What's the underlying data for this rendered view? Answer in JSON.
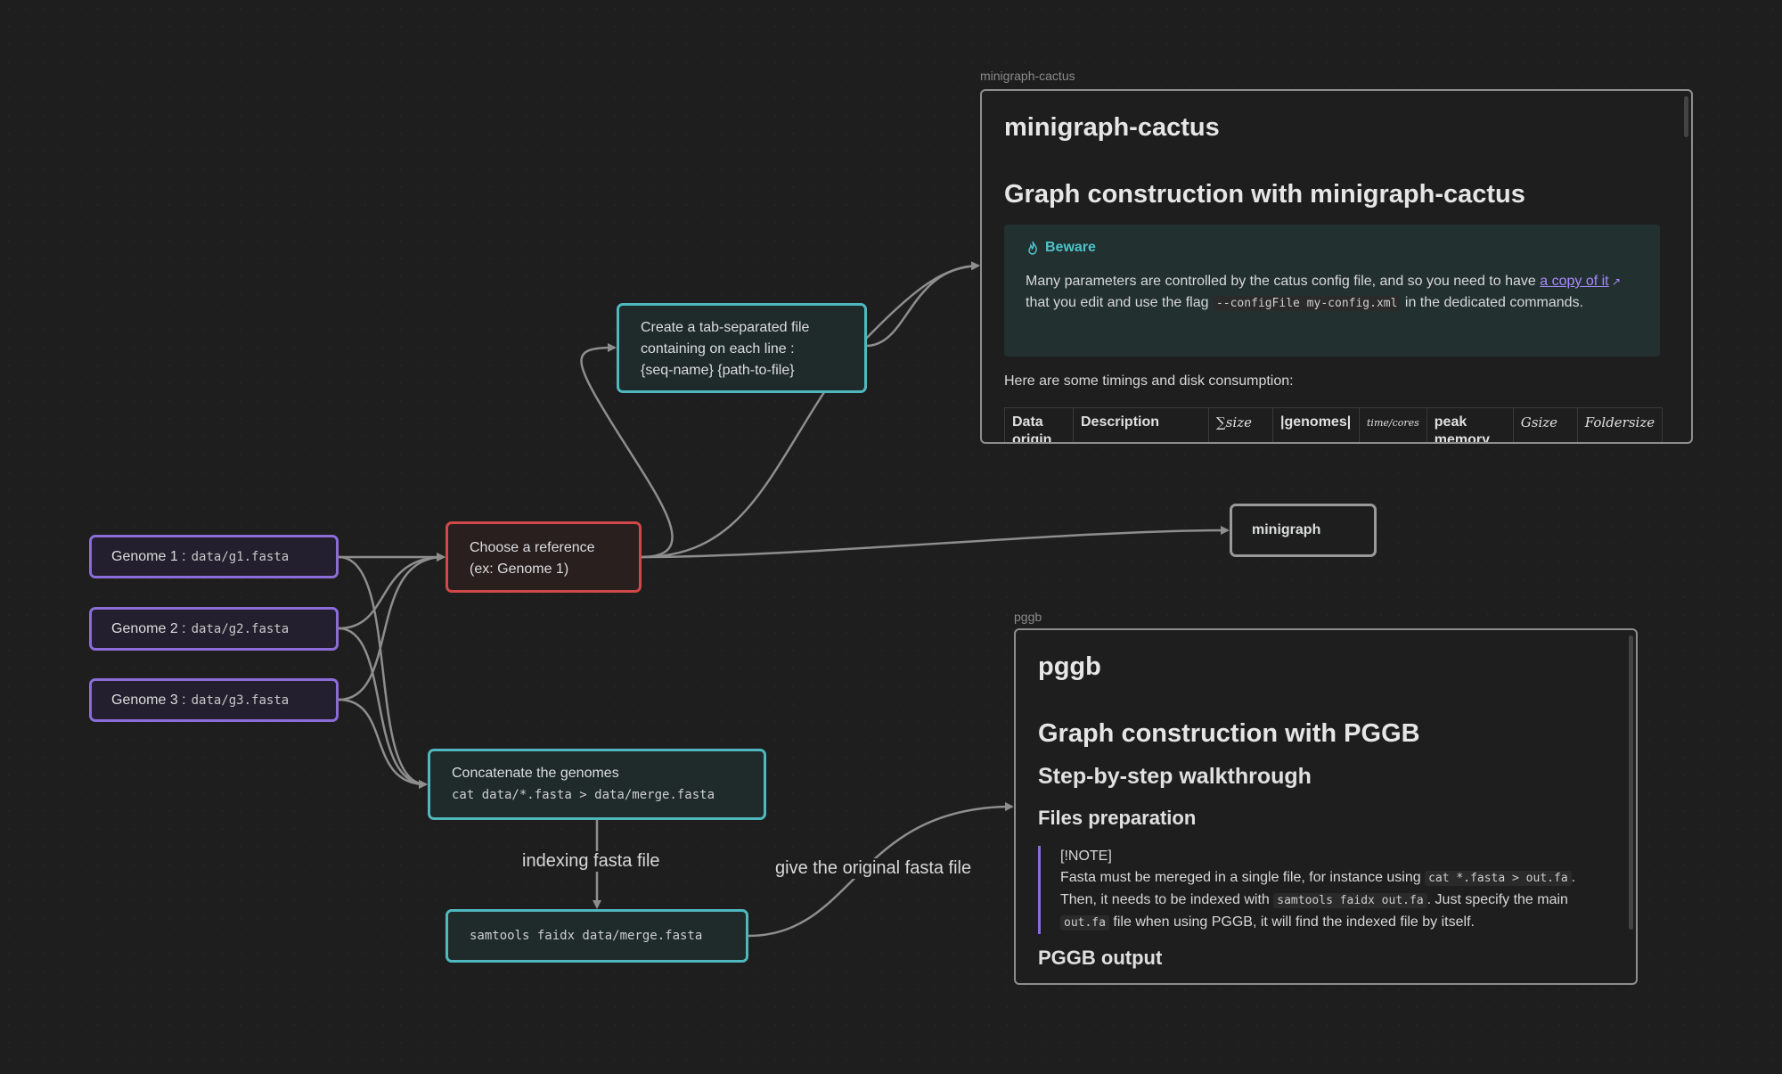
{
  "genomes": [
    {
      "label": "Genome 1 :",
      "path": "data/g1.fasta"
    },
    {
      "label": "Genome 2 :",
      "path": "data/g2.fasta"
    },
    {
      "label": "Genome 3 :",
      "path": "data/g3.fasta"
    }
  ],
  "reference": {
    "line1": "Choose a reference",
    "line2": "(ex: Genome 1)"
  },
  "tsv": {
    "line1": "Create a tab-separated file",
    "line2": "containing on each line :",
    "line3": "{seq-name} {path-to-file}"
  },
  "concat": {
    "title": "Concatenate the genomes",
    "cmd": "cat data/*.fasta > data/merge.fasta"
  },
  "faidx": {
    "cmd": "samtools faidx data/merge.fasta"
  },
  "minigraph": {
    "label": "minigraph"
  },
  "edge_labels": {
    "indexing": "indexing fasta file",
    "original": "give the original fasta file"
  },
  "mc_group": {
    "label": "minigraph-cactus",
    "h1": "minigraph-cactus",
    "h2": "Graph construction with minigraph-cactus",
    "callout_title": "Beware",
    "callout_text_1": "Many parameters are controlled by the catus config file, and so you need to have",
    "callout_link": "a copy of it",
    "callout_text_2": "that you edit and use the flag",
    "callout_code": "--configFile my-config.xml",
    "callout_text_3": "in the dedicated commands.",
    "para": "Here are some timings and disk consumption:",
    "table_headers": [
      "Data origin",
      "Description",
      "∑size",
      "|genomes|",
      "time/cores",
      "peak memory",
      "Gsize",
      "Foldersize"
    ]
  },
  "pggb_group": {
    "label": "pggb",
    "h1": "pggb",
    "h2": "Graph construction with PGGB",
    "h3": "Step-by-step walkthrough",
    "h4": "Files preparation",
    "note_tag": "[!NOTE]",
    "note_1": "Fasta must be mereged in a single file, for instance using",
    "note_code1": "cat *.fasta > out.fa",
    "note_2": ". Then, it needs to be indexed with",
    "note_code2": "samtools faidx out.fa",
    "note_3": ". Just specify the main",
    "note_code3": "out.fa",
    "note_4": "file when using PGGB, it will find the indexed file by itself.",
    "h4b": "PGGB output"
  },
  "colors": {
    "purple": "#8b6cd8",
    "red": "#d04848",
    "teal": "#4fb8bf",
    "edge": "#8e8e8e",
    "background": "#1e1e1e"
  }
}
